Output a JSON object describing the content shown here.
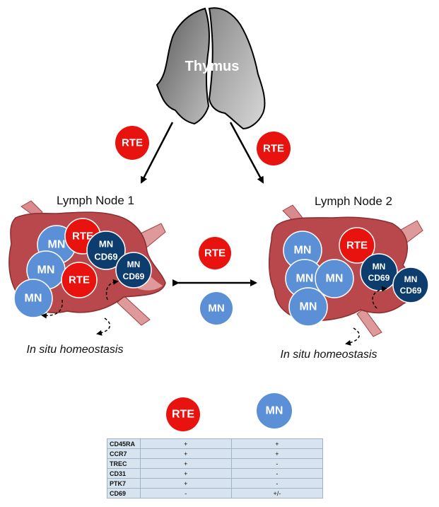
{
  "thymus": {
    "label": "Thymus"
  },
  "cells": {
    "rte": "RTE",
    "mn": "MN",
    "mn_cd69": [
      "MN",
      "CD69"
    ]
  },
  "lymph_node_1": {
    "title": "Lymph Node 1",
    "caption": "In situ homeostasis"
  },
  "lymph_node_2": {
    "title": "Lymph Node 2",
    "caption": "In situ homeostasis"
  },
  "colors": {
    "rte": "#e8130f",
    "mn": "#5b8fd6",
    "mn_cd69": "#0c3d6e",
    "node_fill": "#b8484b",
    "node_light": "#de9a9b"
  },
  "legend": {
    "rte": "RTE",
    "mn": "MN"
  },
  "marker_table": {
    "rows": [
      {
        "marker": "CD45RA",
        "rte": "+",
        "mn": "+"
      },
      {
        "marker": "CCR7",
        "rte": "+",
        "mn": "+"
      },
      {
        "marker": "TREC",
        "rte": "+",
        "mn": "-"
      },
      {
        "marker": "CD31",
        "rte": "+",
        "mn": "-"
      },
      {
        "marker": "PTK7",
        "rte": "+",
        "mn": "-"
      },
      {
        "marker": "CD69",
        "rte": "-",
        "mn": "+/-"
      }
    ]
  }
}
